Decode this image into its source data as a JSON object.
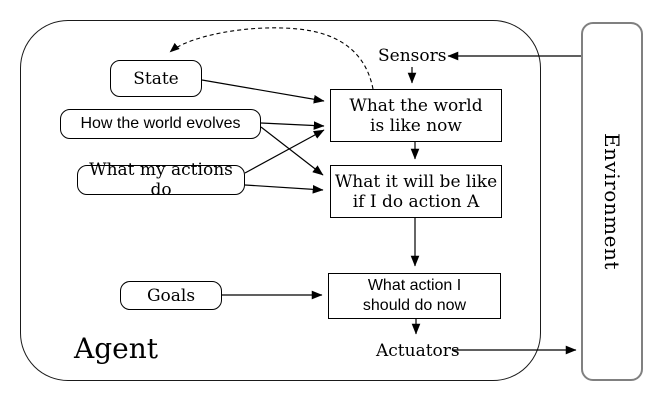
{
  "labels": {
    "agent": "Agent",
    "environment": "Environment",
    "sensors": "Sensors",
    "actuators": "Actuators"
  },
  "nodes": {
    "state": {
      "label": "State"
    },
    "how_world_evolves": {
      "label": "How the world evolves"
    },
    "what_actions_do": {
      "label": "What my actions do"
    },
    "goals": {
      "label": "Goals"
    },
    "world_now": {
      "label": "What the world\nis like now"
    },
    "prediction": {
      "label": "What it will be like\nif I do action A"
    },
    "action_choice": {
      "label": "What action I\nshould do now"
    }
  },
  "edges": [
    {
      "from": "environment",
      "to": "sensors",
      "style": "solid"
    },
    {
      "from": "sensors",
      "to": "world_now",
      "style": "solid"
    },
    {
      "from": "state",
      "to": "world_now",
      "style": "solid"
    },
    {
      "from": "how_world_evolves",
      "to": "world_now",
      "style": "solid"
    },
    {
      "from": "how_world_evolves",
      "to": "prediction",
      "style": "solid"
    },
    {
      "from": "what_actions_do",
      "to": "world_now",
      "style": "solid"
    },
    {
      "from": "what_actions_do",
      "to": "prediction",
      "style": "solid"
    },
    {
      "from": "world_now",
      "to": "prediction",
      "style": "solid"
    },
    {
      "from": "prediction",
      "to": "action_choice",
      "style": "solid"
    },
    {
      "from": "goals",
      "to": "action_choice",
      "style": "solid"
    },
    {
      "from": "action_choice",
      "to": "actuators",
      "style": "solid"
    },
    {
      "from": "actuators",
      "to": "environment",
      "style": "solid"
    },
    {
      "from": "world_now",
      "to": "state",
      "style": "dashed"
    }
  ],
  "colors": {
    "line": "#000000",
    "box_border": "#000000",
    "environment_border": "#808080",
    "background": "#ffffff"
  }
}
